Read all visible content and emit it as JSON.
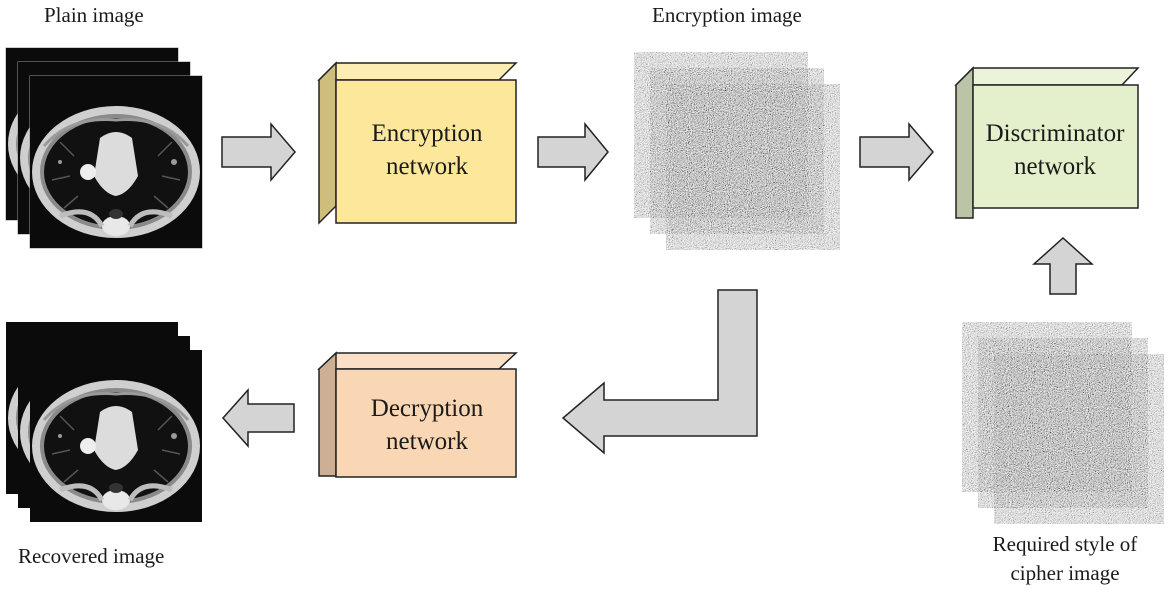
{
  "labels": {
    "plain_image": "Plain image",
    "encryption_image": "Encryption image",
    "recovered_image": "Recovered image",
    "required_style_line1": "Required style of",
    "required_style_line2": "cipher image"
  },
  "boxes": {
    "encryption": {
      "line1": "Encryption",
      "line2": "network",
      "color": "#fde79a"
    },
    "decryption": {
      "line1": "Decryption",
      "line2": "network",
      "color": "#f9d6b4"
    },
    "discriminator": {
      "line1": "Discriminator",
      "line2": "network",
      "color": "#e4efcc"
    }
  },
  "colors": {
    "arrow_fill": "#d4d4d4",
    "stroke": "#222222"
  },
  "icons": {
    "ct_stack": "ct-lung-scan-stack",
    "noise_stack": "noise-cipher-stack"
  }
}
